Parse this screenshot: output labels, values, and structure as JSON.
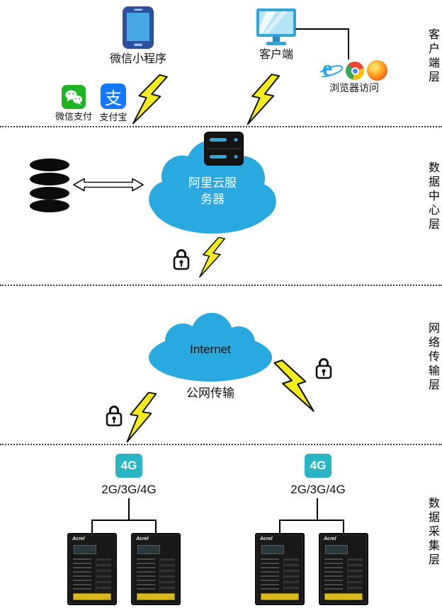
{
  "side_labels": [
    "客户端层",
    "数据中心层",
    "网络传输层",
    "数据采集层"
  ],
  "client_layer": {
    "miniprogram": "微信小程序",
    "client": "客户端",
    "browser": "浏览器访问",
    "wechat_pay": "微信支付",
    "alipay": "支付宝"
  },
  "datacenter_layer": {
    "cloud_line1": "阿里云服",
    "cloud_line2": "务器"
  },
  "network_layer": {
    "internet": "Internet",
    "transmission": "公网传输"
  },
  "collection_layer": {
    "badge_left": "4G",
    "badge_right": "4G",
    "net_left": "2G/3G/4G",
    "net_right": "2G/3G/4G",
    "device_brand": "Acrel"
  },
  "icons": {
    "ie_glyph": "e",
    "alipay_glyph": "支"
  },
  "colors": {
    "cloud_blue": "#29A9E0",
    "badge_teal": "#2AB5C5",
    "bolt_yellow": "#F5EC1E",
    "wechat_green": "#1FB426",
    "alipay_blue": "#1678FF"
  }
}
